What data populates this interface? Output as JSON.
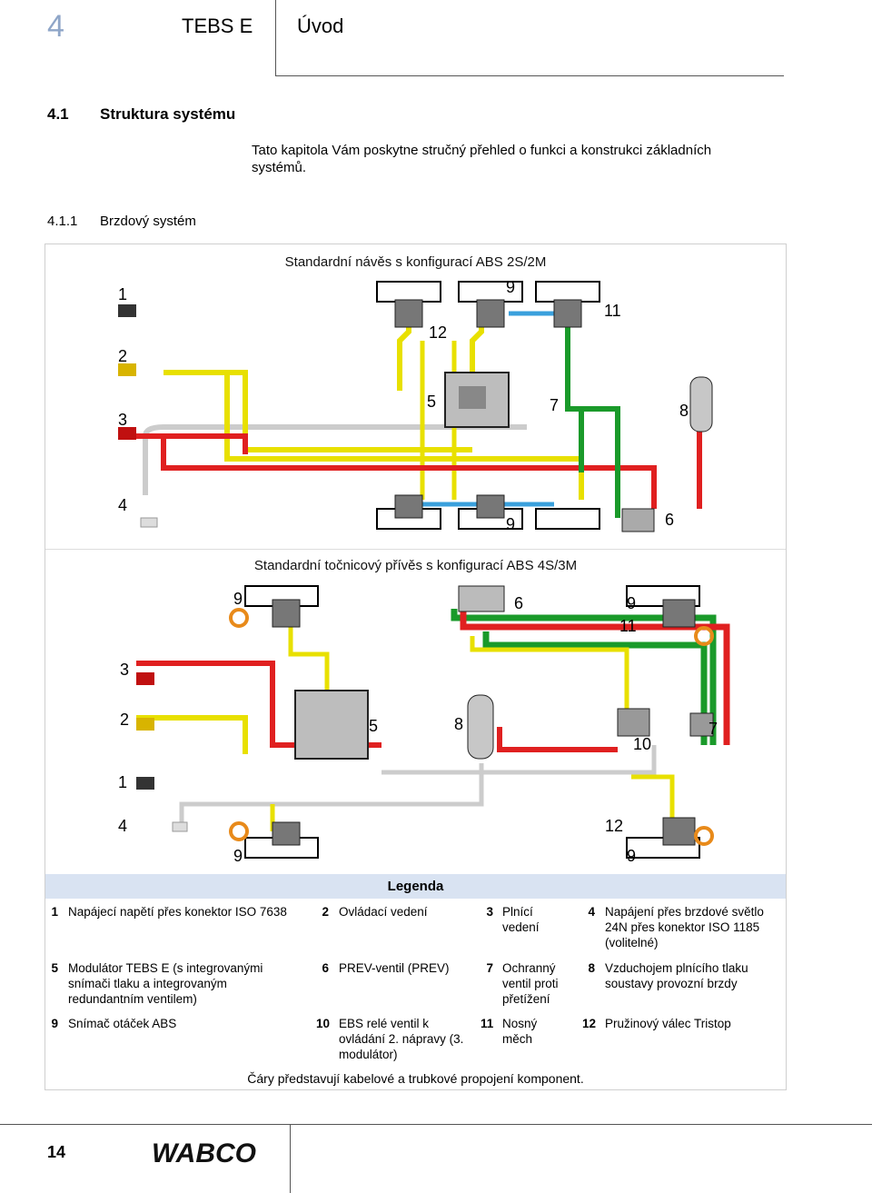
{
  "header": {
    "chapter_number": "4",
    "product": "TEBS E",
    "chapter_title": "Úvod"
  },
  "section": {
    "number": "4.1",
    "title": "Struktura systému",
    "intro": "Tato kapitola Vám poskytne stručný přehled o funkci a konstrukci základních systémů."
  },
  "subsection": {
    "number": "4.1.1",
    "title": "Brzdový systém"
  },
  "diagram1": {
    "title": "Standardní návěs s konfigurací ABS 2S/2M"
  },
  "diagram2": {
    "title": "Standardní točnicový přívěs s konfigurací ABS 4S/3M"
  },
  "legend": {
    "title": "Legenda",
    "items": [
      {
        "num": "1",
        "text": "Napájecí napětí přes konektor ISO 7638"
      },
      {
        "num": "2",
        "text": "Ovládací vedení"
      },
      {
        "num": "3",
        "text": "Plnící vedení"
      },
      {
        "num": "4",
        "text": "Napájení přes brzdové světlo 24N přes konektor ISO 1185 (volitelné)"
      },
      {
        "num": "5",
        "text": "Modulátor TEBS E (s integrovanými snímači tlaku a integrovaným redundantním ventilem)"
      },
      {
        "num": "6",
        "text": "PREV-ventil (PREV)"
      },
      {
        "num": "7",
        "text": "Ochranný ventil proti přetížení"
      },
      {
        "num": "8",
        "text": "Vzduchojem plnícího tlaku soustavy provozní brzdy"
      },
      {
        "num": "9",
        "text": "Snímač otáček ABS"
      },
      {
        "num": "10",
        "text": "EBS relé ventil k ovládání 2. nápravy (3. modulátor)"
      },
      {
        "num": "11",
        "text": "Nosný měch"
      },
      {
        "num": "12",
        "text": "Pružinový válec Tristop"
      }
    ],
    "note": "Čáry představují kabelové a trubkové propojení komponent."
  },
  "footer": {
    "page_number": "14",
    "logo_text": "WABCO"
  },
  "colors": {
    "chapter_number": "#8fa6c8",
    "legend_header_bg": "#d9e3f2",
    "supply_line": "#e8e000",
    "control_line": "#e02020",
    "green_line": "#1a9a2a",
    "blue_line": "#3aa0dc",
    "cable": "#cccccc"
  }
}
